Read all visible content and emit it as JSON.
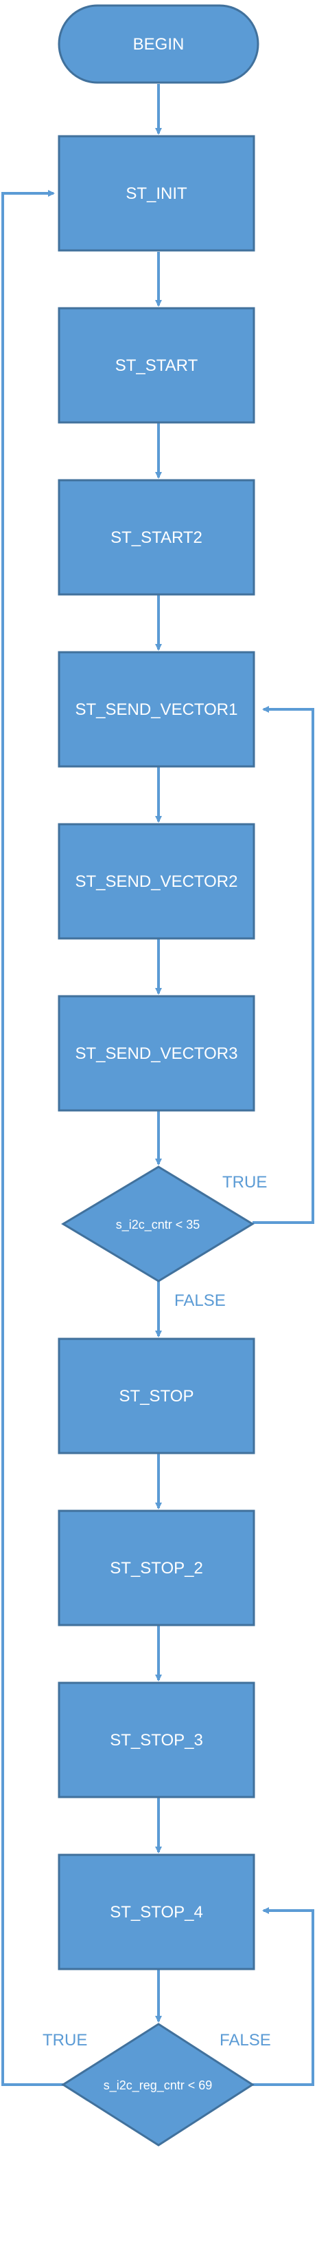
{
  "colors": {
    "box_fill": "#5b9bd5",
    "box_stroke": "#41719c",
    "arrow": "#5b9bd5",
    "text": "#ffffff",
    "label": "#5b9bd5"
  },
  "nodes": {
    "begin": "BEGIN",
    "st_init": "ST_INIT",
    "st_start": "ST_START",
    "st_start2": "ST_START2",
    "st_send_vector1": "ST_SEND_VECTOR1",
    "st_send_vector2": "ST_SEND_VECTOR2",
    "st_send_vector3": "ST_SEND_VECTOR3",
    "decision_i2c": "s_i2c_cntr < 35",
    "st_stop": "ST_STOP",
    "st_stop_2": "ST_STOP_2",
    "st_stop_3": "ST_STOP_3",
    "st_stop_4": "ST_STOP_4",
    "decision_reg": "s_i2c_reg_cntr < 69"
  },
  "labels": {
    "true_1": "TRUE",
    "false_1": "FALSE",
    "true_2": "TRUE",
    "false_2": "FALSE"
  }
}
